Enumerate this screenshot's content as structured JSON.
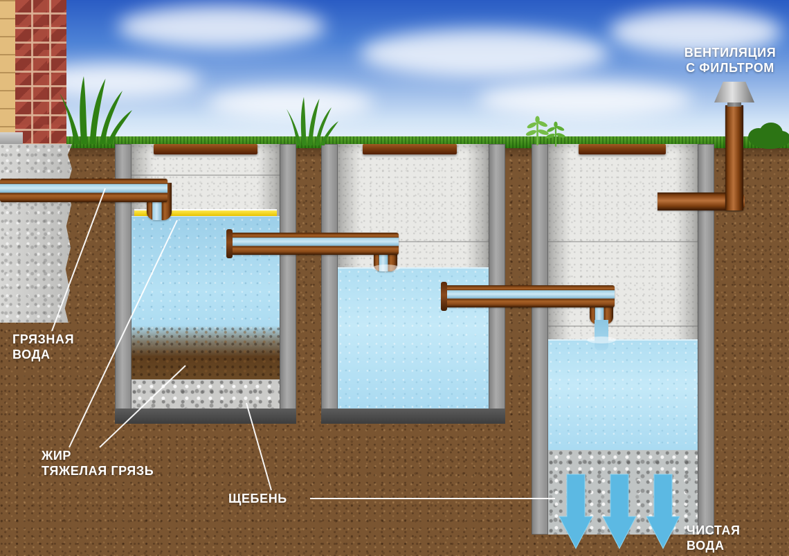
{
  "diagram": {
    "type": "three-chamber-septic-tank-scheme",
    "labels": {
      "ventilation": {
        "line1": "ВЕНТИЛЯЦИЯ",
        "line2": "С ФИЛЬТРОМ"
      },
      "dirty_water": {
        "line1": "ГРЯЗНАЯ",
        "line2": "ВОДА"
      },
      "fat_heavy_dirt": {
        "line1": "ЖИР",
        "line2": "ТЯЖЕЛАЯ ГРЯЗЬ"
      },
      "gravel": {
        "line1": "ЩЕБЕНЬ"
      },
      "clean_water": {
        "line1": "ЧИСТАЯ",
        "line2": "ВОДА"
      }
    },
    "colors": {
      "sky_top": "#2a5cc4",
      "sky_horizon": "#eef6fc",
      "grass": "#3d8f1c",
      "soil": "#7a5531",
      "brick": "#a3463a",
      "concrete_wall": "#8c8c8c",
      "concrete_ring": "#e9e9e6",
      "water": "#a6d7ee",
      "fat_layer": "#f2d400",
      "sediment": "#5d3d1d",
      "gravel_fill": "#cbcbc9",
      "pipe_brown": "#8a4a18",
      "pipe_water": "#9fd0e6",
      "arrow_blue": "#5cb9e3",
      "label_text": "#ffffff"
    }
  }
}
